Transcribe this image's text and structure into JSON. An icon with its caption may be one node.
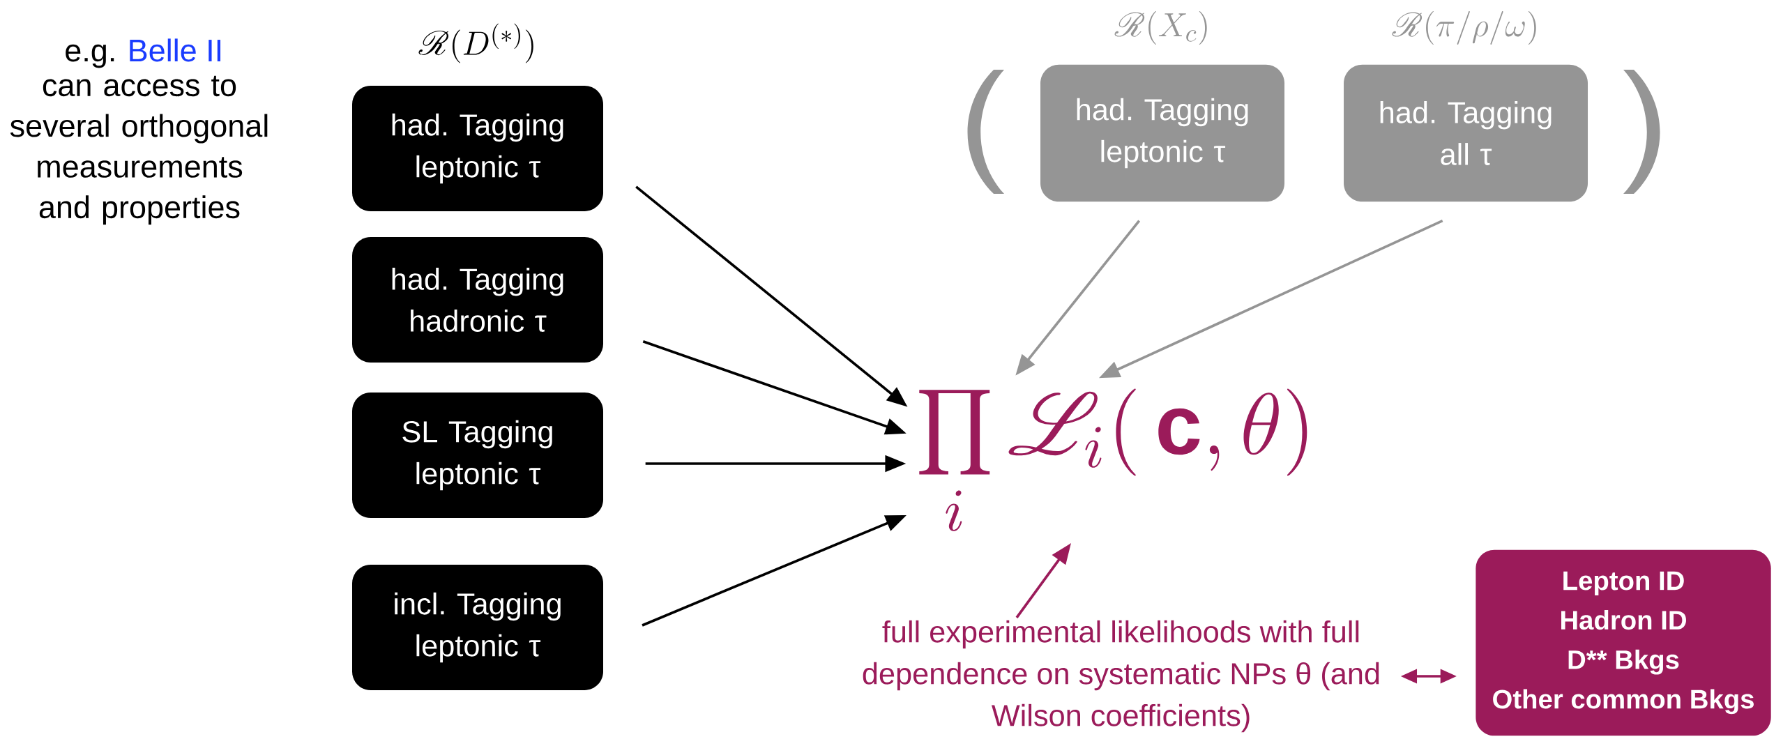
{
  "diagram": {
    "nodes": [
      {
        "text": [
          "had. Tagging leptonic τ"
        ]
      },
      {
        "text": [
          "had. Tagging hadronic τ"
        ]
      },
      {
        "text": [
          "SL Tagging leptonic τ"
        ]
      },
      {
        "text": [
          "incl. Tagging leptonic τ"
        ]
      },
      {
        "text": [
          "\\mathscr{R}(X_c)",
          "had. Tagging leptonic τ"
        ]
      },
      {
        "text": [
          "\\mathscr{R}(\\pi/\\rho/\\omega)",
          "had. Tagging all τ"
        ]
      },
      {
        "text": [
          "\\prod_i \\mathscr{L}_i(\\,\\mathbf{c},\\theta)"
        ]
      },
      {
        "text": [
          "full experimental likelihoods with full dependence on systematic NPs θ (and Wilson coefficients)"
        ]
      },
      {
        "text": [
          "Lepton ID",
          "Hadron ID",
          "D** Bkgs",
          "Other common Bkgs"
        ]
      }
    ],
    "edges": [
      {
        "from": 0,
        "to": 6,
        "arrow": "to"
      },
      {
        "from": 1,
        "to": 6,
        "arrow": "to"
      },
      {
        "from": 2,
        "to": 6,
        "arrow": "to"
      },
      {
        "from": 3,
        "to": 6,
        "arrow": "to"
      },
      {
        "from": 4,
        "to": 6,
        "arrow": "to",
        "color": "#959595"
      },
      {
        "from": 5,
        "to": 6,
        "arrow": "to",
        "color": "#959595"
      },
      {
        "from": 7,
        "to": 6,
        "arrow": "to",
        "color": "#9b1b5a"
      },
      {
        "from": 7,
        "to": 8,
        "arrow": "both",
        "color": "#9b1b5a"
      }
    ],
    "labels": [
      "e.g.",
      "Belle II",
      "can access to several orthogonal measurements and properties",
      "\\mathscr{R}(D^{(*)})"
    ]
  }
}
